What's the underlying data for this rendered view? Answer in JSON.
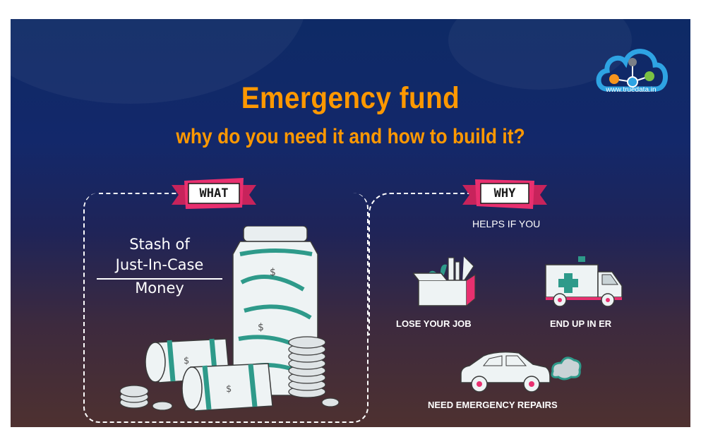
{
  "brand": {
    "url": "www.truedata.in",
    "colors": {
      "cloud_blue": "#2ea3e3",
      "node_orange": "#f7941d",
      "node_green": "#7ac143",
      "node_grey": "#7b7f87"
    }
  },
  "title": {
    "main": "Emergency fund",
    "subtitle": "why do you need it and how to build it?"
  },
  "what": {
    "tag": "WHAT",
    "lines": [
      "Stash of",
      "Just-In-Case",
      "Money"
    ]
  },
  "why": {
    "tag": "WHY",
    "heading": "HELPS IF YOU",
    "items": [
      {
        "label": "LOSE YOUR JOB",
        "icon": "box-plant-icon"
      },
      {
        "label": "END UP IN ER",
        "icon": "ambulance-icon"
      },
      {
        "label": "NEED EMERGENCY REPAIRS",
        "icon": "car-smoke-icon"
      }
    ]
  },
  "colors": {
    "title": "#ff9800",
    "ribbon": "#e8306f",
    "accent_teal": "#2e9a8a",
    "bg_top": "#0e2a66",
    "bg_bottom": "#4e3130"
  }
}
